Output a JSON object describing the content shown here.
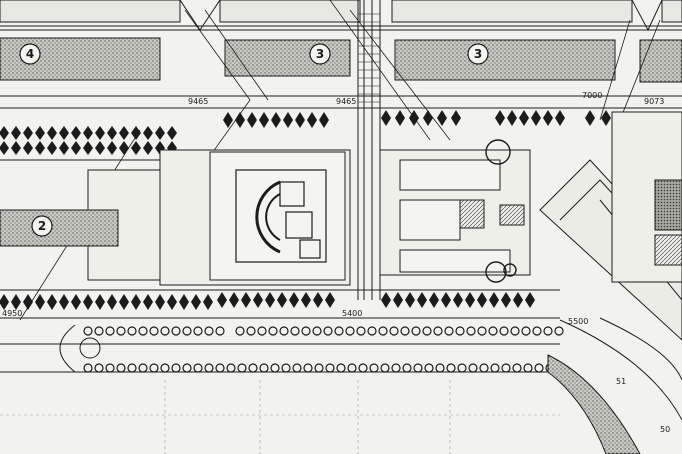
{
  "plan": {
    "zone_markers": [
      "4",
      "3",
      "3",
      "2"
    ],
    "dimension_labels": [
      "9465",
      "9465",
      "9073",
      "5400",
      "5500",
      "4950",
      "7000",
      "51",
      "50"
    ]
  },
  "colors": {
    "paper": "#f2f2ee",
    "ink": "#1c1c1c",
    "stipple": "#8a8a86",
    "light_ink": "#6e6e6a"
  }
}
